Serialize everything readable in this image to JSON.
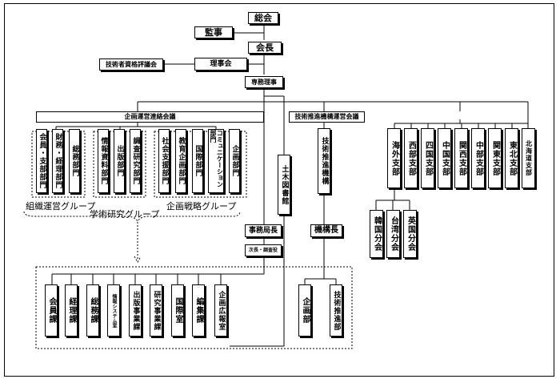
{
  "top": {
    "soukai": "総会",
    "kanji": "監事",
    "kaichou": "会長",
    "shikaku": "技術者資格評議会",
    "rijikai": "理事会",
    "senmu": "専務理事"
  },
  "councils": {
    "kikaku": "企画運営連絡会議",
    "gijutsu": "技術推進機構運営会議"
  },
  "groups": {
    "soshiki": "組織運営グループ",
    "gakujutsu": "学術研究グループ",
    "kikaku": "企画戦略グループ"
  },
  "depts": {
    "kaiin": "会員・支部部門",
    "zaimu": "財務・経理部門",
    "soumu": "総務部門",
    "shiryo": "情報資料部門",
    "shuppan": "出版部門",
    "chosa": "調査研究部門",
    "shakai": "社会支援部門",
    "kyoiku": "教育企画部門",
    "kokusai": "国際部門",
    "comm": "コミュニケーション部門",
    "kikaku": "企画部門"
  },
  "library": "土木図書館",
  "jimu": {
    "chief": "事務局長",
    "deputy": "次長・調査役"
  },
  "secretariat": {
    "kaiin": "会員課",
    "keiri": "経理課",
    "soumu": "総務課",
    "joho": "情報システム室",
    "shuppan": "出版事業課",
    "kenkyu": "研究事業課",
    "kokusai": "国際室",
    "henshu": "編集課",
    "kikaku": "企画広報室"
  },
  "kikou": {
    "body": "技術推進機構",
    "chief": "機構長",
    "kikakubu": "企画部",
    "suishinbu": "技術推進部"
  },
  "branches": {
    "kaigai": "海外支部",
    "seibu": "西部支部",
    "shikoku": "四国支部",
    "chugoku": "中国支部",
    "kansai": "関西支部",
    "chubu": "中部支部",
    "kanto": "関東支部",
    "tohoku": "東北支部",
    "hokkaido": "北海道支部"
  },
  "overseas": {
    "korea": "韓国分会",
    "taiwan": "台湾分会",
    "uk": "英国分会"
  }
}
